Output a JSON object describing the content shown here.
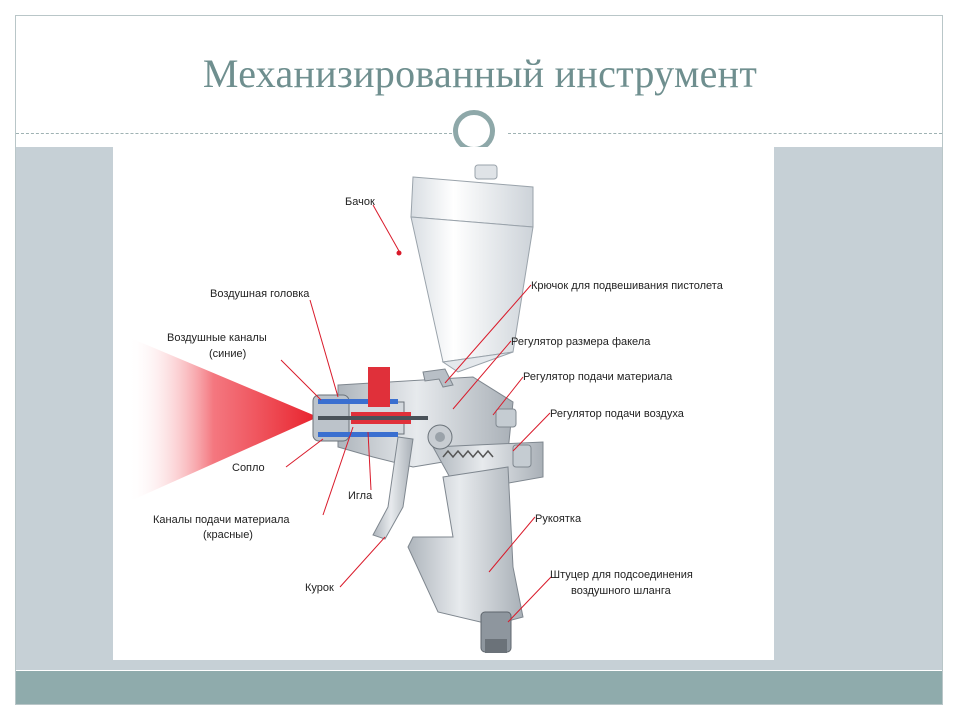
{
  "slide": {
    "title": "Механизированный инструмент"
  },
  "diagram": {
    "labels": {
      "tank": "Бачок",
      "hook": "Крючок для подвешивания пистолета",
      "air_head": "Воздушная головка",
      "air_channels_1": "Воздушные каналы",
      "air_channels_2": "(синие)",
      "fan_regulator": "Регулятор размера факела",
      "material_regulator": "Регулятор подачи материала",
      "air_regulator": "Регулятор подачи воздуха",
      "nozzle": "Сопло",
      "needle": "Игла",
      "material_channels_1": "Каналы подачи материала",
      "material_channels_2": "(красные)",
      "handle": "Рукоятка",
      "trigger": "Курок",
      "fitting_1": "Штуцер для подсоединения",
      "fitting_2": "воздушного шланга"
    },
    "colors": {
      "spray": "#e8202a",
      "air_channel": "#3a6fd0",
      "leader_line": "#d91a2a",
      "metal": "#c9ced3"
    }
  }
}
